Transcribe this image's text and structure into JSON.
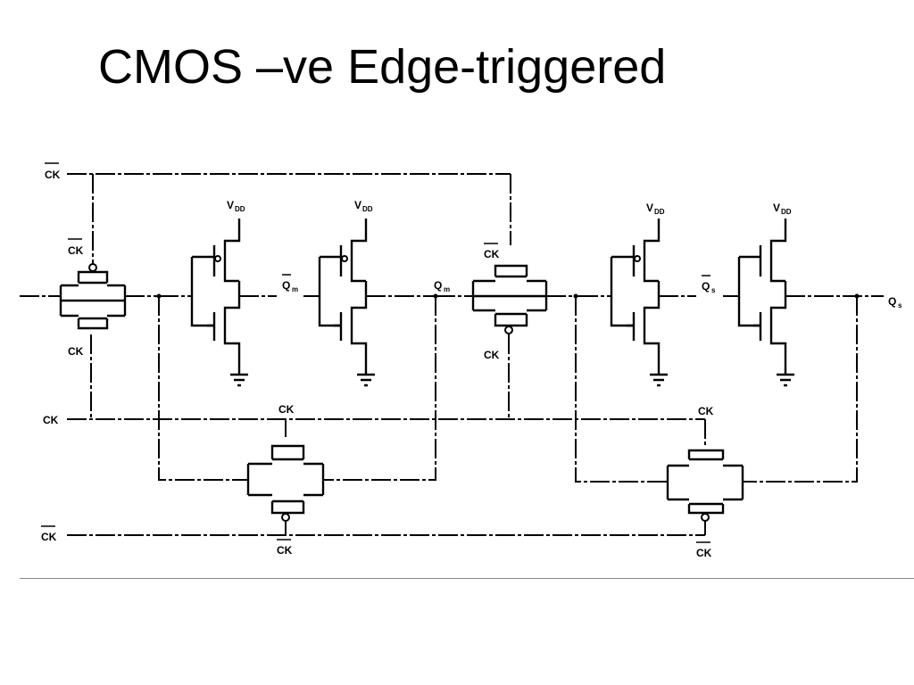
{
  "slide": {
    "title": "CMOS –ve Edge-triggered"
  },
  "labels": {
    "ck_bar": "CK",
    "ck": "CK",
    "vdd": "V",
    "vdd_sub": "DD",
    "qm_bar": "Q",
    "qm_bar_sub": "m",
    "qm": "Q",
    "qm_sub": "m",
    "qs_bar": "Q",
    "qs_bar_sub": "s",
    "qs": "Q",
    "qs_sub": "s"
  }
}
